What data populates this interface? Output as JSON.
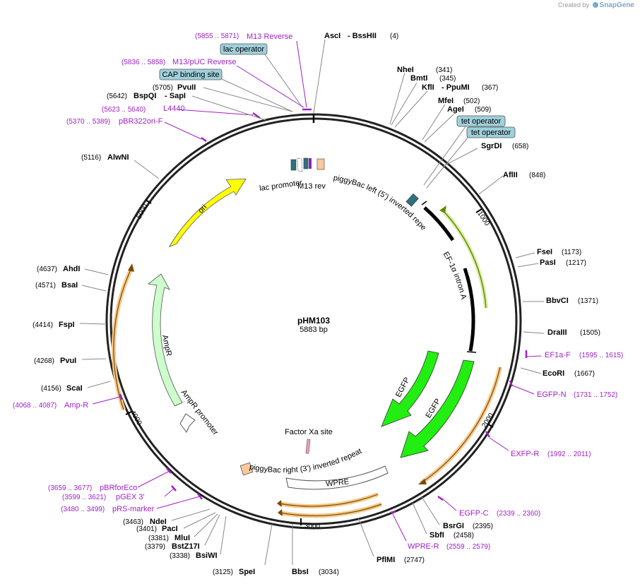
{
  "credit": {
    "prefix": "Created by",
    "brand": "SnapGene"
  },
  "plasmid": {
    "name": "pHM103",
    "size": "5883 bp"
  },
  "ticks": {
    "t1000": "1000",
    "t2000": "2000",
    "t3000": "3000",
    "t4000": "4000",
    "t5000": "5000"
  },
  "sites": [
    {
      "name": "AscI",
      "extra": "BssHII",
      "pos": "(4)"
    },
    {
      "name": "NheI",
      "pos": "(341)"
    },
    {
      "name": "BmtI",
      "pos": "(345)"
    },
    {
      "name": "KflI",
      "extra": "PpuMI",
      "pos": "(367)"
    },
    {
      "name": "MfeI",
      "pos": "(502)"
    },
    {
      "name": "AgeI",
      "pos": "(509)"
    },
    {
      "name": "SgrDI",
      "pos": "(658)"
    },
    {
      "name": "AflII",
      "pos": "(848)"
    },
    {
      "name": "FseI",
      "pos": "(1173)"
    },
    {
      "name": "PasI",
      "pos": "(1217)"
    },
    {
      "name": "BbvCI",
      "pos": "(1371)"
    },
    {
      "name": "DraIII",
      "pos": "(1505)"
    },
    {
      "name": "EcoRI",
      "pos": "(1667)"
    },
    {
      "name": "BsrGI",
      "pos": "(2395)"
    },
    {
      "name": "SbfI",
      "pos": "(2458)"
    },
    {
      "name": "PflMI",
      "pos": "(2747)"
    },
    {
      "name": "BbsI",
      "pos": "(3034)"
    },
    {
      "name": "SpeI",
      "pos": "(3125)"
    },
    {
      "name": "BsiWI",
      "pos": "(3338)"
    },
    {
      "name": "BstZ17I",
      "pos": "(3379)"
    },
    {
      "name": "MluI",
      "pos": "(3381)"
    },
    {
      "name": "PacI",
      "pos": "(3401)"
    },
    {
      "name": "NdeI",
      "pos": "(3463)"
    },
    {
      "name": "ScaI",
      "pos": "(4156)"
    },
    {
      "name": "PvuI",
      "pos": "(4268)"
    },
    {
      "name": "FspI",
      "pos": "(4414)"
    },
    {
      "name": "BsaI",
      "pos": "(4571)"
    },
    {
      "name": "AhdI",
      "pos": "(4637)"
    },
    {
      "name": "AlwNI",
      "pos": "(5116)"
    },
    {
      "name": "BspQI",
      "extra": "SapI",
      "pos": "(5642)"
    },
    {
      "name": "PvuII",
      "pos": "(5705)"
    }
  ],
  "primers": [
    {
      "name": "M13 Reverse",
      "pos": "(5855 .. 5871)"
    },
    {
      "name": "M13/pUC Reverse",
      "pos": "(5836 .. 5858)"
    },
    {
      "name": "L4440",
      "pos": "(5623 .. 5640)"
    },
    {
      "name": "pBR322ori-F",
      "pos": "(5370 .. 5389)"
    },
    {
      "name": "EF1a-F",
      "pos": "(1595 .. 1615)"
    },
    {
      "name": "EGFP-N",
      "pos": "(1731 .. 1752)"
    },
    {
      "name": "EXFP-R",
      "pos": "(1992 .. 2011)"
    },
    {
      "name": "EGFP-C",
      "pos": "(2339 .. 2360)"
    },
    {
      "name": "WPRE-R",
      "pos": "(2559 .. 2579)"
    },
    {
      "name": "pBRforEco",
      "pos": "(3659 .. 3677)"
    },
    {
      "name": "pGEX 3'",
      "pos": "(3599 .. 3621)"
    },
    {
      "name": "pRS-marker",
      "pos": "(3480 .. 3499)"
    },
    {
      "name": "Amp-R",
      "pos": "(4068 .. 4087)"
    }
  ],
  "boxes": {
    "lac_operator": "lac operator",
    "cap_site": "CAP binding site",
    "tet_operator_1": "tet operator",
    "tet_operator_2": "tet operator"
  },
  "features": {
    "lac_promoter": "lac promoter",
    "m13_rev": "M13 rev",
    "piggybac_left": "piggyBac left (5') inverted repeat",
    "ef1a_intron": "EF-1α intron A",
    "egfp_1": "EGFP",
    "egfp_2": "EGFP",
    "factor_xa": "Factor Xa site",
    "piggybac_right": "piggyBac right (3') inverted repeat",
    "wpre": "WPRE",
    "ampr": "AmpR",
    "ampr_promoter": "AmpR promoter",
    "ori": "ori"
  },
  "colors": {
    "backbone": "#222222",
    "primer": "#a020c8",
    "egfp": "#22ee11",
    "ori": "#ffff00",
    "ampr": "#ccffcc",
    "operator_box": "#9fd0dc",
    "highlight": "#f6c98b",
    "tet_operator": "#2e7080",
    "piggybac": "#fac89b"
  }
}
